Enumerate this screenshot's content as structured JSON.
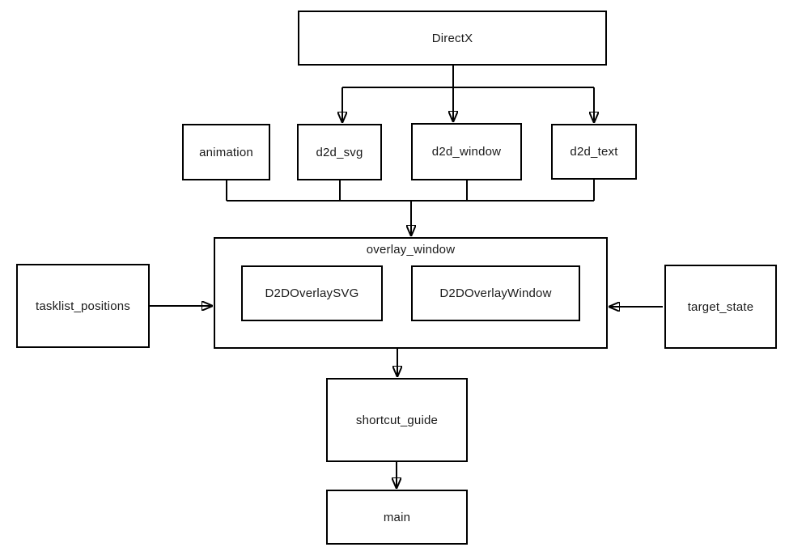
{
  "diagram": {
    "type": "dependency-flowchart",
    "background": "#ffffff",
    "colors": {
      "box_border": "#000000",
      "box_fill": "#ffffff",
      "line": "#000000",
      "text": "#1a1a1a"
    },
    "nodes": {
      "directx": {
        "label": "DirectX"
      },
      "animation": {
        "label": "animation"
      },
      "d2d_svg": {
        "label": "d2d_svg"
      },
      "d2d_window": {
        "label": "d2d_window"
      },
      "d2d_text": {
        "label": "d2d_text"
      },
      "overlay_window": {
        "label": "overlay_window"
      },
      "d2d_overlay_svg": {
        "label": "D2DOverlaySVG"
      },
      "d2d_overlay_window": {
        "label": "D2DOverlayWindow"
      },
      "tasklist_positions": {
        "label": "tasklist_positions"
      },
      "target_state": {
        "label": "target_state"
      },
      "shortcut_guide": {
        "label": "shortcut_guide"
      },
      "main": {
        "label": "main"
      }
    },
    "edges": [
      {
        "from": "DirectX",
        "to": "d2d_svg"
      },
      {
        "from": "DirectX",
        "to": "d2d_window"
      },
      {
        "from": "DirectX",
        "to": "d2d_text"
      },
      {
        "from": "animation",
        "to": "overlay_window"
      },
      {
        "from": "d2d_svg",
        "to": "overlay_window"
      },
      {
        "from": "d2d_window",
        "to": "overlay_window"
      },
      {
        "from": "d2d_text",
        "to": "overlay_window"
      },
      {
        "from": "tasklist_positions",
        "to": "overlay_window"
      },
      {
        "from": "target_state",
        "to": "overlay_window"
      },
      {
        "from": "overlay_window",
        "to": "shortcut_guide"
      },
      {
        "from": "shortcut_guide",
        "to": "main"
      }
    ]
  }
}
